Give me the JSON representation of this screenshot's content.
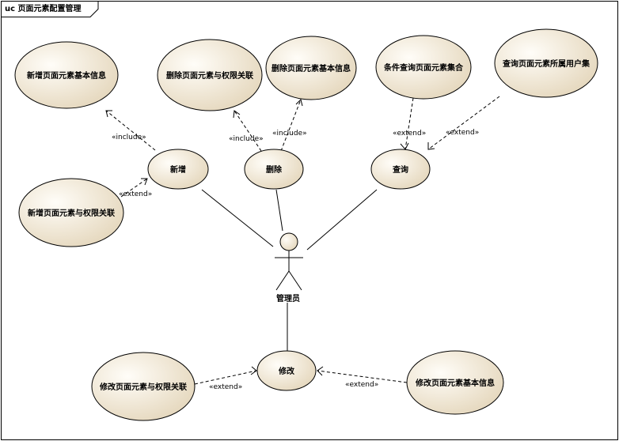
{
  "frame": {
    "title": "uc 页面元素配置管理"
  },
  "actor": {
    "name": "管理员"
  },
  "use_cases": {
    "add": "新增",
    "delete": "删除",
    "query": "查询",
    "modify": "修改",
    "add_basic_info": "新增页面元素基本信息",
    "add_permission_link": "新增页面元素与权限关联",
    "delete_permission_link": "删除页面元素与权限关联",
    "delete_basic_info": "删除页面元素基本信息",
    "query_condition_set": "条件查询页面元素集合",
    "query_user_set": "查询页面元素所属用户集",
    "modify_permission_link": "修改页面元素与权限关联",
    "modify_basic_info": "修改页面元素基本信息"
  },
  "stereotypes": {
    "include": "«include»",
    "extend": "«extend»"
  },
  "colors": {
    "usecase_fill_light": "#fbf7ee",
    "usecase_fill_dark": "#e6d8bf",
    "stroke": "#000000"
  }
}
